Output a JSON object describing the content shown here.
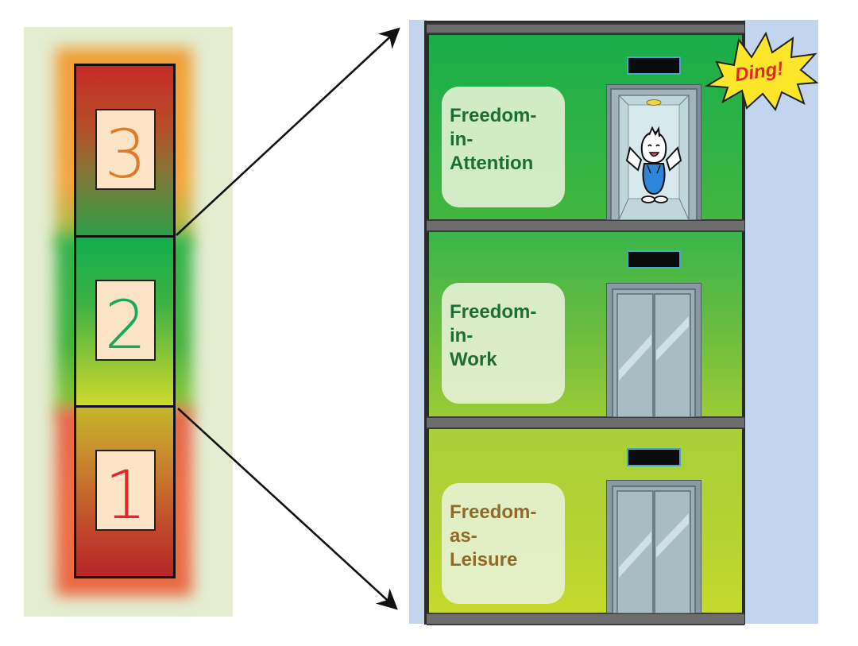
{
  "levels": [
    {
      "number": "3",
      "color": "#e07b2a"
    },
    {
      "number": "2",
      "color": "#1ea75a"
    },
    {
      "number": "1",
      "color": "#e8252a"
    }
  ],
  "floors": [
    {
      "lines": [
        "Freedom-",
        "in-",
        "Attention"
      ],
      "text_color": "#1d6d34",
      "elevator_state": "open"
    },
    {
      "lines": [
        "Freedom-",
        "in-",
        "Work"
      ],
      "text_color": "#1d6d34",
      "elevator_state": "closed"
    },
    {
      "lines": [
        "Freedom-",
        "as-",
        "Leisure"
      ],
      "text_color": "#8f6a2a",
      "elevator_state": "closed"
    }
  ],
  "callout": {
    "text": "Ding!",
    "text_color": "#e8252a",
    "fill": "#fbe62a"
  },
  "colors": {
    "sky": "#c3d5ee",
    "panel": "#e4edd0",
    "elevator_frame": "#8a9aa3",
    "elevator_door": "#a9b9c1"
  },
  "icons": [
    "arrow-icon",
    "elevator-icon",
    "character-icon",
    "ding-burst-icon"
  ]
}
